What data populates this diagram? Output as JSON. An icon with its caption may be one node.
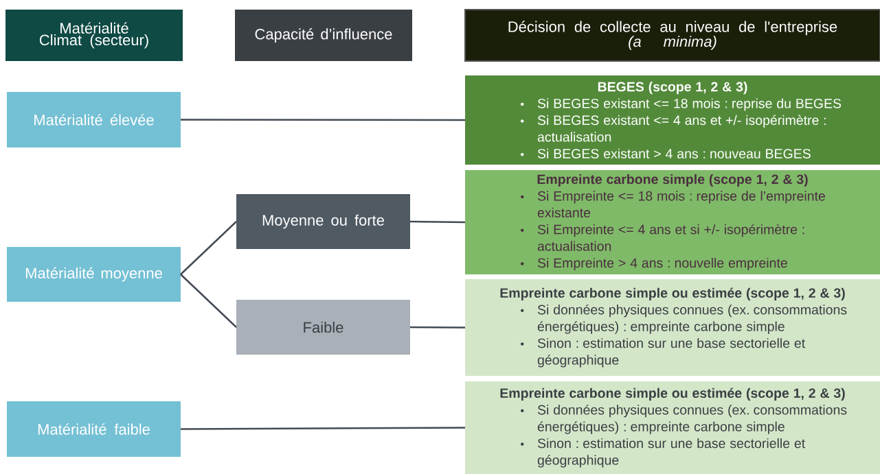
{
  "diagram": {
    "nodes": [
      {
        "text": [
          "Matérialité Climat (secteur)"
        ]
      },
      {
        "text": [
          "Capacité d’influence"
        ]
      },
      {
        "text": [
          "Décision de collecte au niveau de l'entreprise",
          "(a minima)"
        ]
      },
      {
        "text": [
          "Matérialité élevée"
        ]
      },
      {
        "text": [
          "BEGES (scope 1, 2 & 3)",
          "Si BEGES existant <= 18 mois : reprise du BEGES",
          "Si BEGES existant <= 4 ans et +/- isopérimètre : actualisation",
          "Si BEGES existant  > 4 ans : nouveau BEGES"
        ]
      },
      {
        "text": [
          "Empreinte carbone simple (scope 1, 2 & 3)",
          "Si Empreinte <= 18 mois : reprise de l’empreinte existante",
          "Si Empreinte <= 4 ans et si +/- isopérimètre : actualisation",
          "Si Empreinte > 4 ans : nouvelle empreinte"
        ]
      },
      {
        "text": [
          "Matérialité moyenne"
        ]
      },
      {
        "text": [
          "Moyenne ou forte"
        ]
      },
      {
        "text": [
          "Faible"
        ]
      },
      {
        "text": [
          "Empreinte carbone simple ou estimée (scope 1, 2 & 3)",
          "Si données physiques connues (ex. consommations énergétiques) : empreinte carbone simple",
          "Sinon : estimation sur une base sectorielle et géographique"
        ]
      },
      {
        "text": [
          "Matérialité faible"
        ]
      },
      {
        "text": [
          "Empreinte carbone simple ou estimée (scope 1, 2 & 3)",
          "Si données physiques connues (ex. consommations énergétiques) : empreinte carbone simple",
          "Sinon : estimation sur une base sectorielle et géographique"
        ]
      }
    ],
    "edges": [
      {
        "from": 3,
        "to": 4,
        "arrow": "none"
      },
      {
        "from": 6,
        "to": 7,
        "arrow": "none"
      },
      {
        "from": 6,
        "to": 8,
        "arrow": "none"
      },
      {
        "from": 7,
        "to": 5,
        "arrow": "none"
      },
      {
        "from": 8,
        "to": 9,
        "arrow": "none"
      },
      {
        "from": 10,
        "to": 11,
        "arrow": "none"
      }
    ]
  }
}
